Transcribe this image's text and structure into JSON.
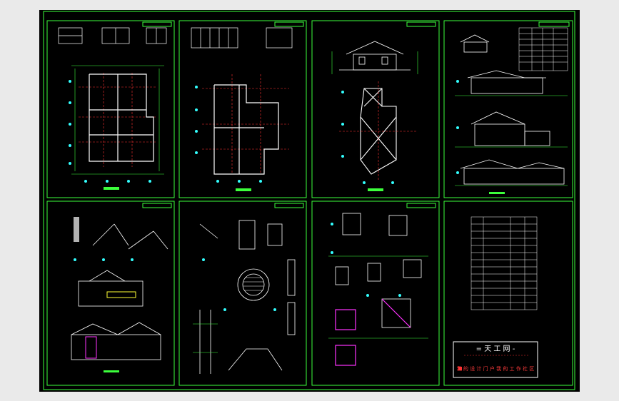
{
  "viewer": {
    "background_color": "#000000",
    "frame_color": "#3cff3c",
    "sheet_names": [
      "sheet-plans-level-1",
      "sheet-plans-level-2",
      "sheet-elevation-roof",
      "sheet-elevations",
      "sheet-sections",
      "sheet-details-stairs",
      "sheet-details-windows",
      "sheet-drawing-index"
    ]
  },
  "stamp": {
    "title": "= 天 工 网 -",
    "subtitle": "我 的 设 计 门 户 我 的 工 作 社 区"
  },
  "colors": {
    "green": "#3cff3c",
    "cyan": "#33ffff",
    "red": "#ff3333",
    "white": "#ffffff",
    "magenta": "#ff33ff",
    "yellow": "#ffff33"
  }
}
